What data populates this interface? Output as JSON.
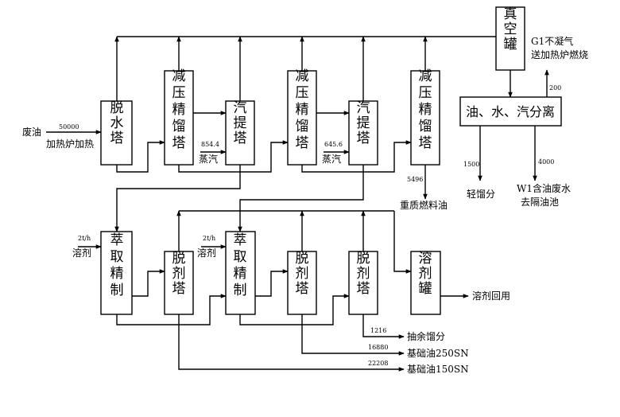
{
  "units": {
    "dewater": "脱水塔",
    "vac1": "减压精馏塔",
    "strip1": "汽提塔",
    "vac2": "减压精馏塔",
    "strip2": "汽提塔",
    "vac3": "减压精馏塔",
    "vacuum_tank": "真空罐",
    "separator": "油、水、汽分离",
    "extract1": "萃取精制",
    "desolv1": "脱剂塔",
    "extract2": "萃取精制",
    "desolv2": "脱剂塔",
    "desolv3": "脱剂塔",
    "solvent_tank": "溶剂罐"
  },
  "labels": {
    "waste_oil": "废油",
    "heating": "加热炉加热",
    "steam1": "蒸汽",
    "steam2": "蒸汽",
    "heavy_fuel": "重质燃料油",
    "g1_line1": "G1不凝气",
    "g1_line2": "送加热炉燃烧",
    "light_fraction": "轻馏分",
    "w1_line1": "W1含油废水",
    "w1_line2": "去隔油池",
    "solvent1": "溶剂",
    "solvent2": "溶剂",
    "solvent_recycle": "溶剂回用",
    "extract_residue": "抽余馏分",
    "base_250": "基础油250SN",
    "base_150": "基础油150SN"
  },
  "numbers": {
    "feed": "50000",
    "steam1": "854.4",
    "steam2": "645.6",
    "heavy": "5496",
    "g1": "200",
    "light": "1500",
    "w1": "4000",
    "solv1": "2t/h",
    "solv2": "2t/h",
    "residue": "1216",
    "sn250": "16880",
    "sn150": "22208"
  }
}
